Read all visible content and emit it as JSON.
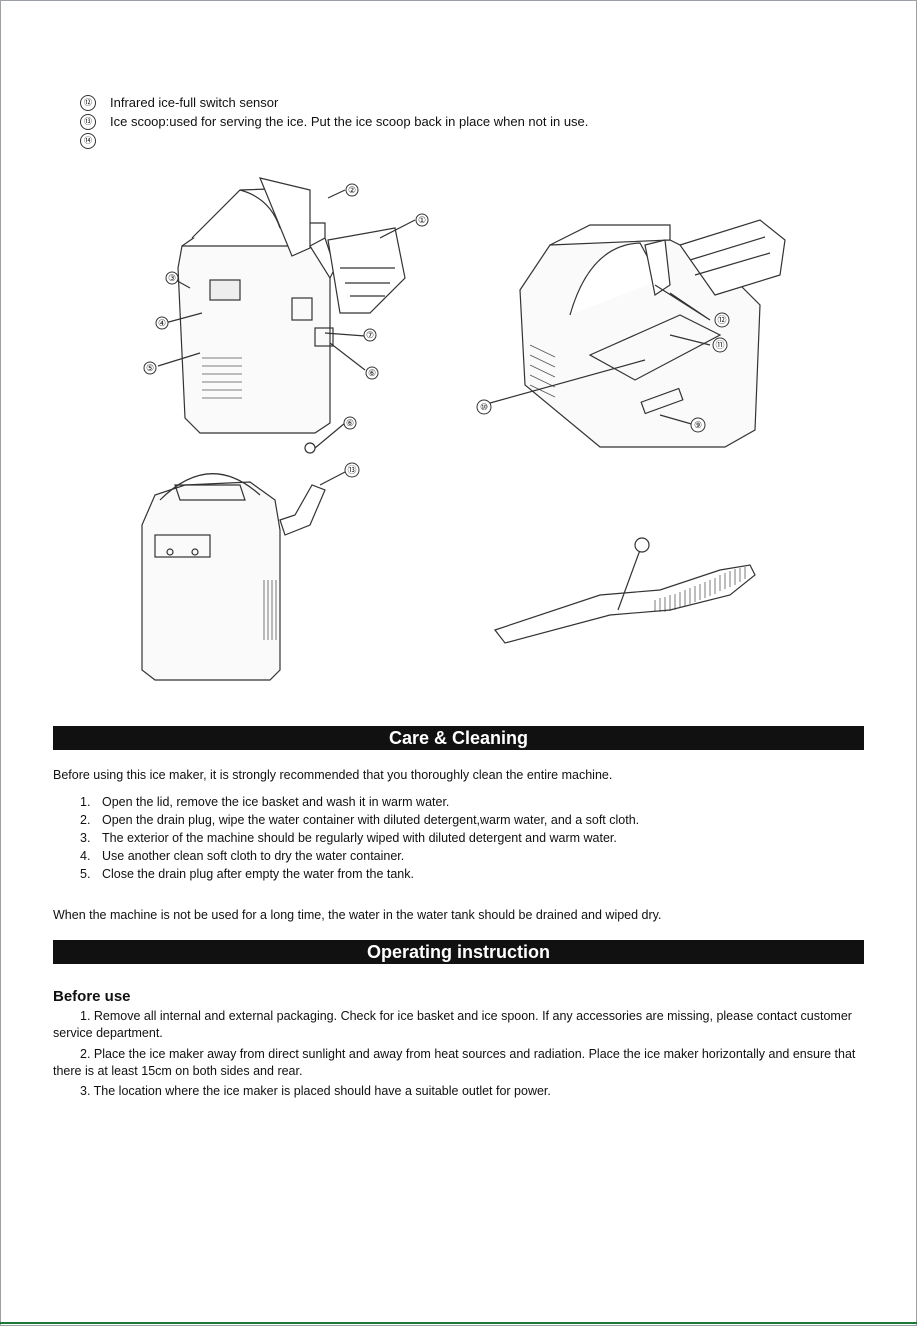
{
  "parts": [
    {
      "number": "⑫",
      "text": "Infrared ice-full switch sensor"
    },
    {
      "number": "⑬",
      "text": "Ice scoop:used for serving the ice. Put the ice scoop back in place when not in use."
    },
    {
      "number": "⑭",
      "text": ""
    }
  ],
  "figure_labels": [
    "①",
    "②",
    "③",
    "④",
    "⑤",
    "⑥",
    "⑦",
    "⑥",
    "⑫",
    "⑪",
    "⑩",
    "⑨",
    "⑬"
  ],
  "care": {
    "title": "Care & Cleaning",
    "intro": "Before using this ice maker, it is strongly recommended that you thoroughly clean the entire machine.",
    "steps": [
      {
        "num": "1.",
        "text": "Open the lid, remove the ice basket and wash it in warm water."
      },
      {
        "num": "2.",
        "text": "Open the drain plug, wipe the water container with diluted detergent,warm water, and a soft cloth."
      },
      {
        "num": "3.",
        "text": "The exterior of the machine should be regularly wiped with diluted detergent and warm water."
      },
      {
        "num": "4.",
        "text": "Use another clean soft cloth to dry the water container."
      },
      {
        "num": "5.",
        "text": "Close the drain plug after empty the water from the tank."
      }
    ],
    "long_term_note": "When the machine is not be used for a long time, the water in the water tank should be drained and wiped dry."
  },
  "operating": {
    "title": "Operating instruction",
    "subheading": "Before use",
    "steps": [
      "1.  Remove all internal and external packaging. Check for ice basket and ice spoon. If any accessories are missing, please contact customer service department.",
      "2.  Place the ice maker away from direct sunlight and away from heat sources and radiation. Place the ice maker horizontally and ensure that there is at least 15cm on both sides and rear.",
      "3.  The location where the ice maker is placed should have a suitable outlet for power."
    ]
  }
}
